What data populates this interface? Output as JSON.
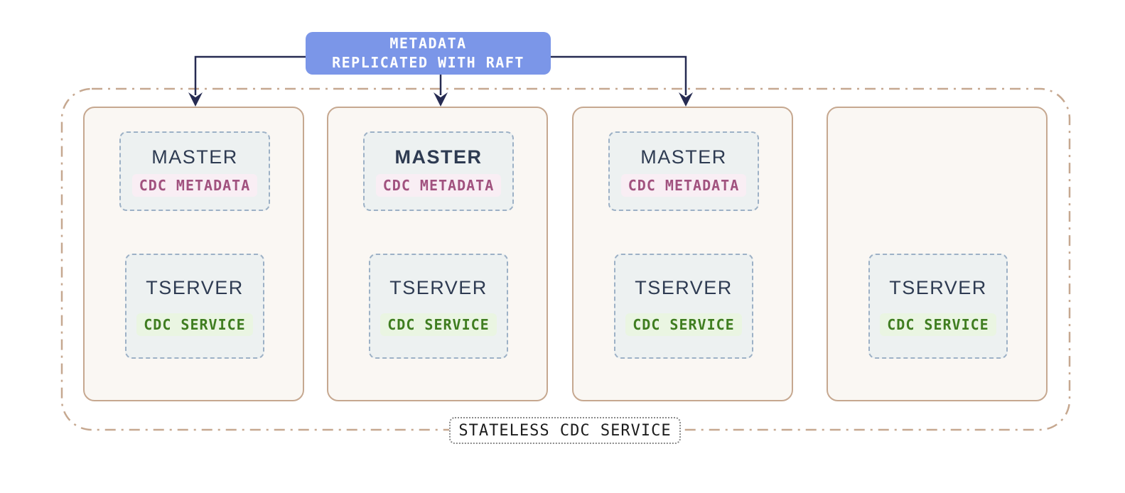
{
  "banner": {
    "line1": "METADATA",
    "line2": "REPLICATED WITH RAFT"
  },
  "cluster_label": "STATELESS CDC SERVICE",
  "nodes": [
    {
      "master": {
        "label": "MASTER",
        "badge": "CDC METADATA",
        "leader": false
      },
      "tserver": {
        "label": "TSERVER",
        "badge": "CDC SERVICE"
      }
    },
    {
      "master": {
        "label": "MASTER",
        "badge": "CDC METADATA",
        "leader": true
      },
      "tserver": {
        "label": "TSERVER",
        "badge": "CDC SERVICE"
      }
    },
    {
      "master": {
        "label": "MASTER",
        "badge": "CDC METADATA",
        "leader": false
      },
      "tserver": {
        "label": "TSERVER",
        "badge": "CDC SERVICE"
      }
    },
    {
      "tserver": {
        "label": "TSERVER",
        "badge": "CDC SERVICE"
      }
    }
  ],
  "colors": {
    "banner_blue": "#7b96e8",
    "arrow_navy": "#262b52",
    "node_border_tan": "#c6a890",
    "node_bg": "#faf7f3",
    "inner_dashed_border": "#9db1c6",
    "inner_bg": "#edf1f1",
    "title_navy": "#2e3b52",
    "metadata_text_pink": "#a1527f",
    "metadata_bg_pink": "#f9eef4",
    "service_text_green": "#3f7d20",
    "service_bg_green": "#eaf5e2"
  }
}
